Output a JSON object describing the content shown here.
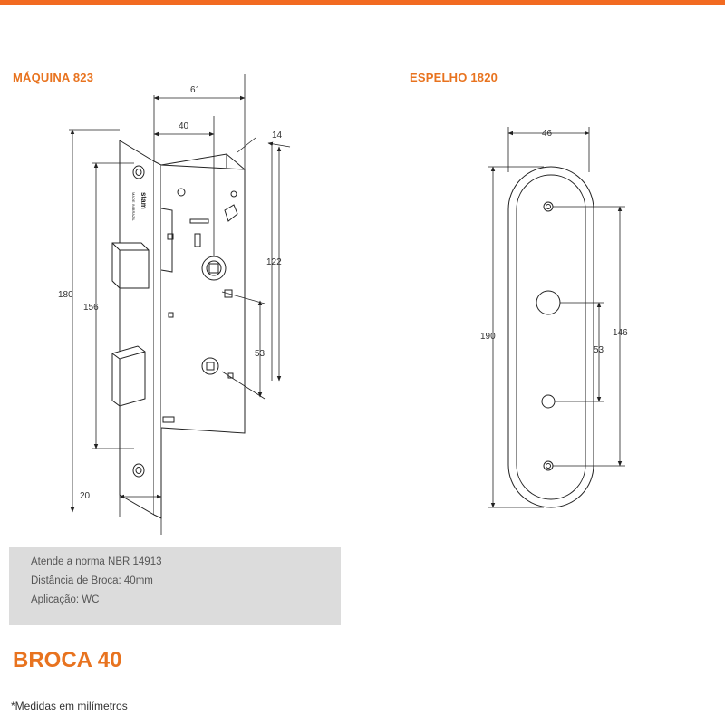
{
  "header": {
    "accent_color": "#f26a21"
  },
  "sections": {
    "left_title": "MÁQUINA 823",
    "right_title": "ESPELHO 1820"
  },
  "lock_dimensions": {
    "width_total": "61",
    "backset": "40",
    "depth_offset": "14",
    "height_faceplate": "180",
    "height_inner": "156",
    "height_case": "122",
    "hole_spacing": "53",
    "faceplate_width": "20",
    "brand_text": "stam",
    "brand_sub": "MADE IN BRAZIL"
  },
  "plate_dimensions": {
    "width": "46",
    "height": "190",
    "screw_spacing": "146",
    "hole_spacing": "53"
  },
  "info": {
    "line1": "Atende a norma NBR 14913",
    "line2": "Distância de Broca: 40mm",
    "line3": "Aplicação: WC"
  },
  "product_label": "BROCA 40",
  "footnote": "*Medidas em milímetros"
}
